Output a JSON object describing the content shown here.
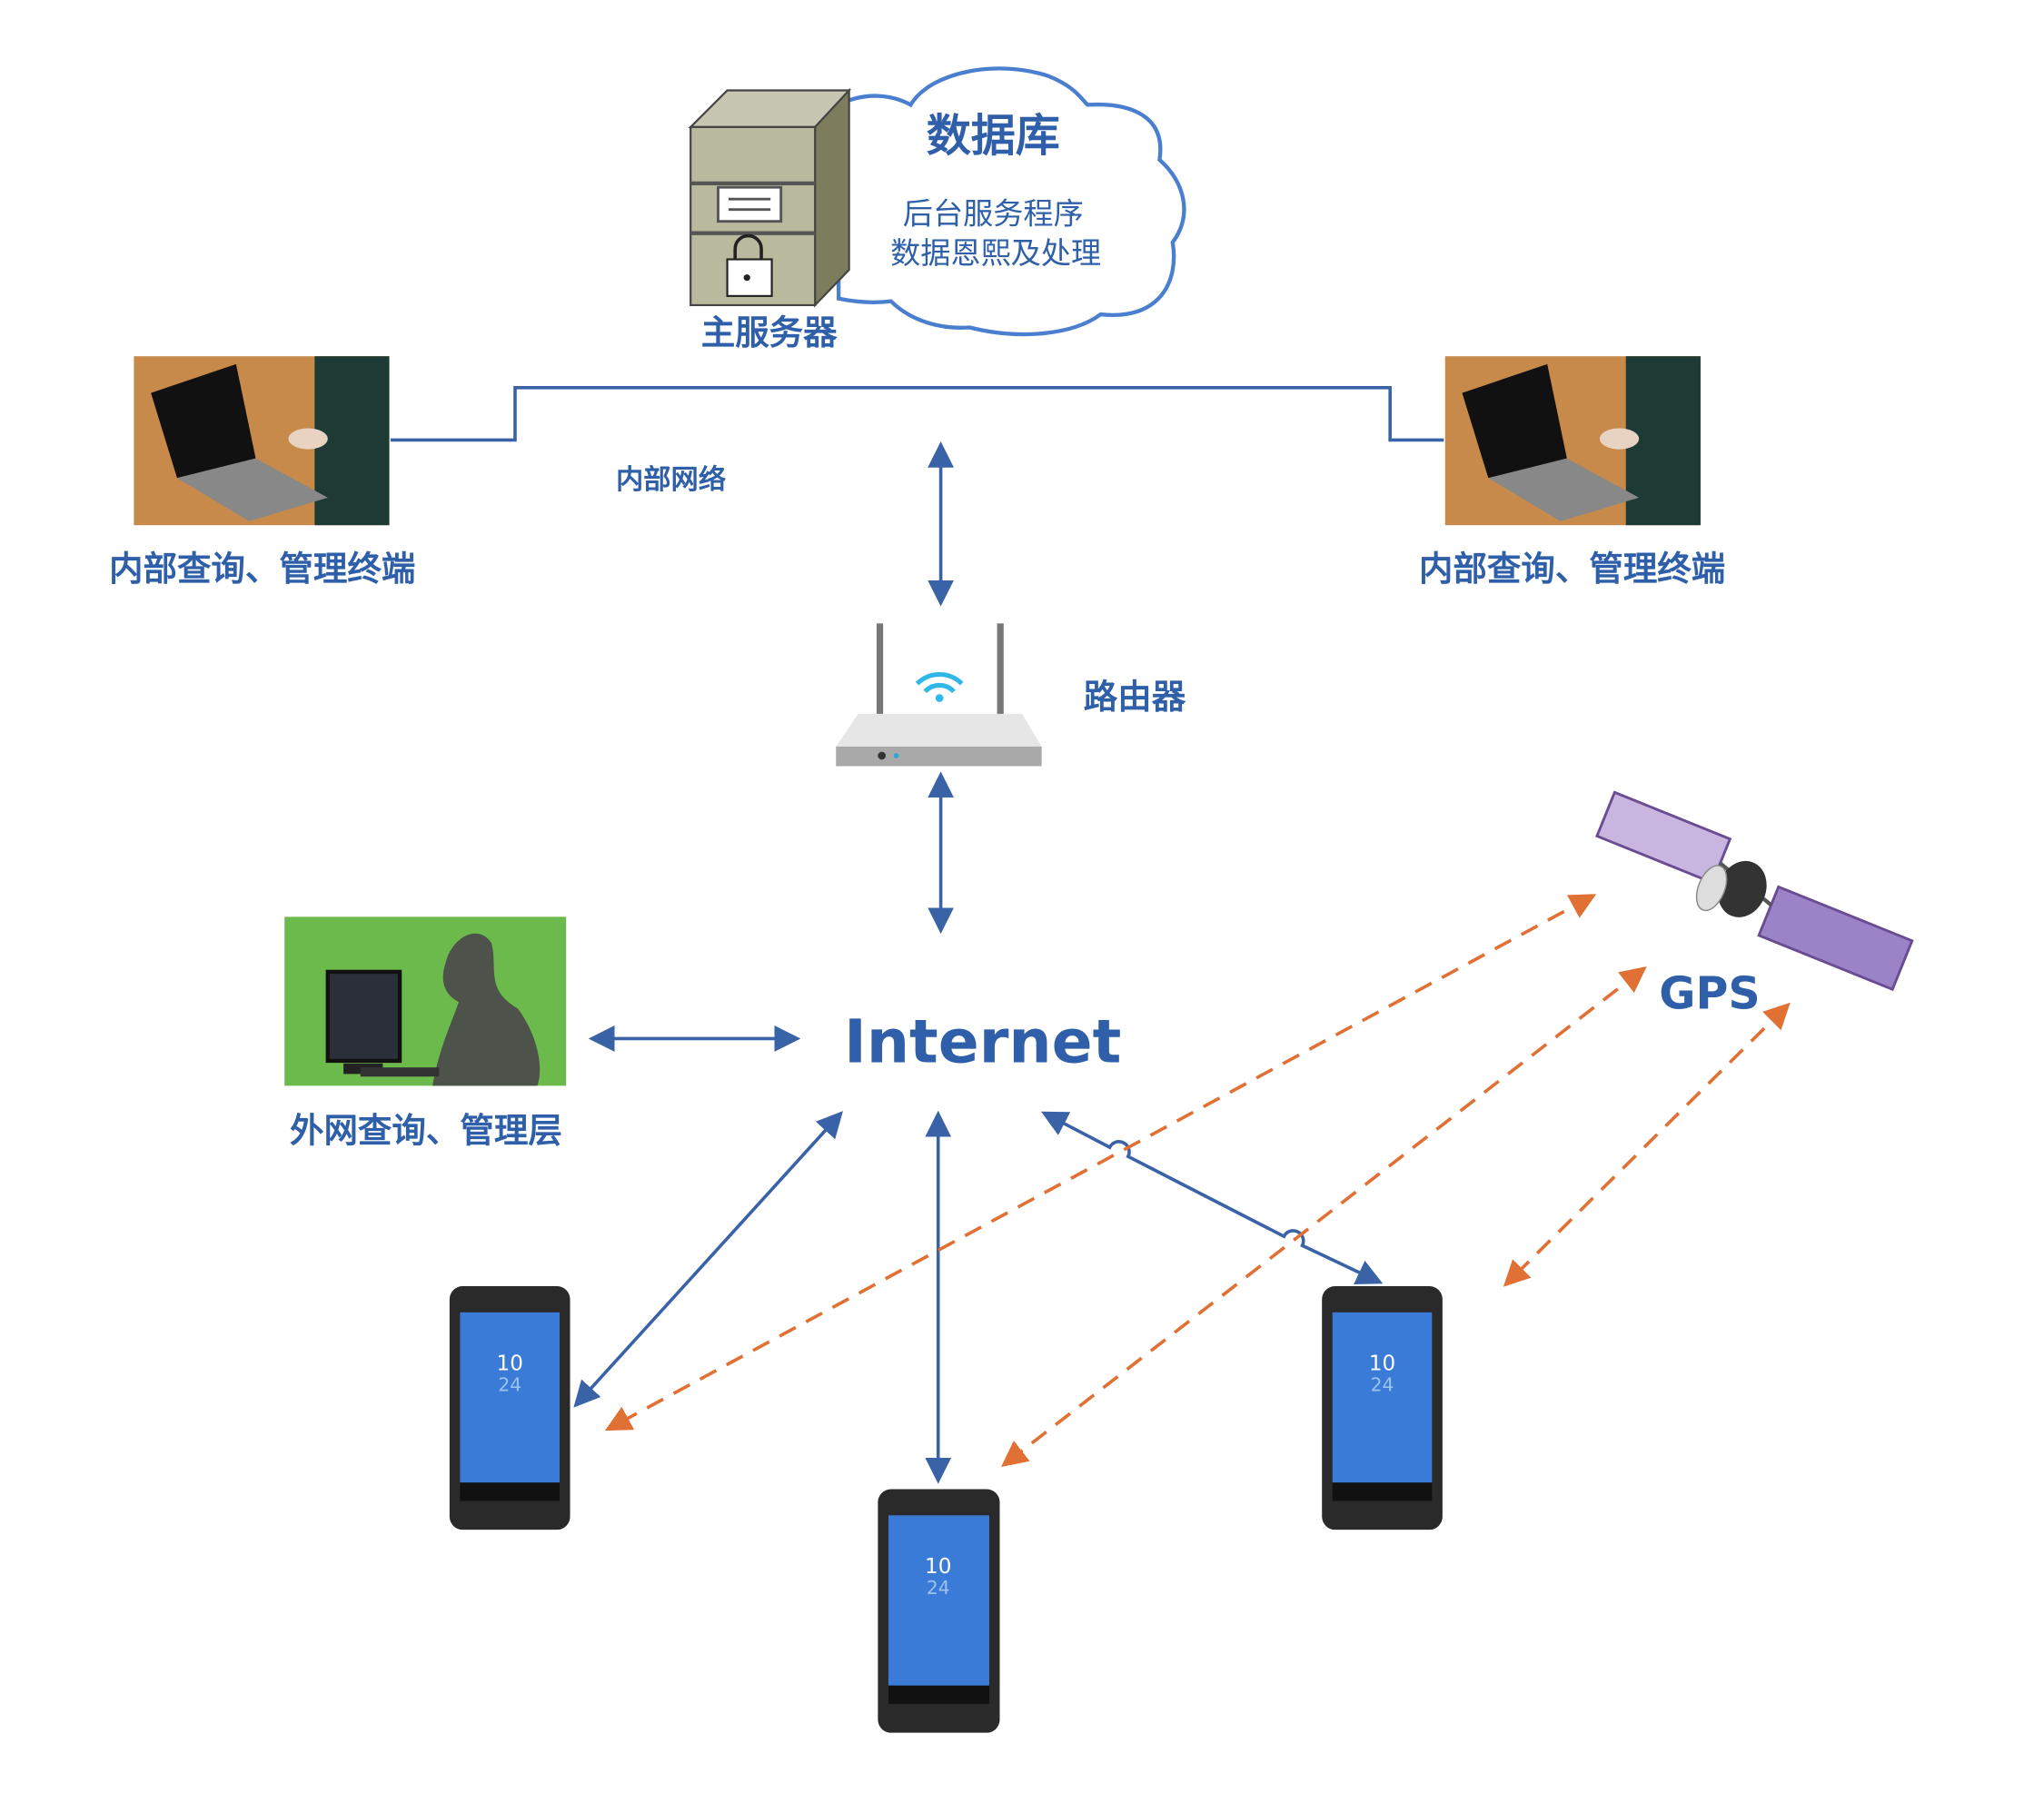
{
  "server": {
    "label": "主服务器"
  },
  "cloud": {
    "title": "数据库",
    "lines": [
      "后台服务程序",
      "数据恩熙及处理"
    ]
  },
  "internal_network": {
    "label": "内部网络"
  },
  "terminals": [
    {
      "label": "内部查询、管理终端"
    },
    {
      "label": "内部查询、管理终端"
    }
  ],
  "router": {
    "label": "路由器"
  },
  "internet": {
    "label": "Internet"
  },
  "external": {
    "label": "外网查询、管理层"
  },
  "gps": {
    "label": "GPS"
  },
  "phone_screen": {
    "time_hour": "10",
    "time_min": "24"
  },
  "colors": {
    "text": "#2E5FA8",
    "link": "#3A62A6",
    "gps_link": "#E07033",
    "cloud": "#4A7FD0"
  }
}
